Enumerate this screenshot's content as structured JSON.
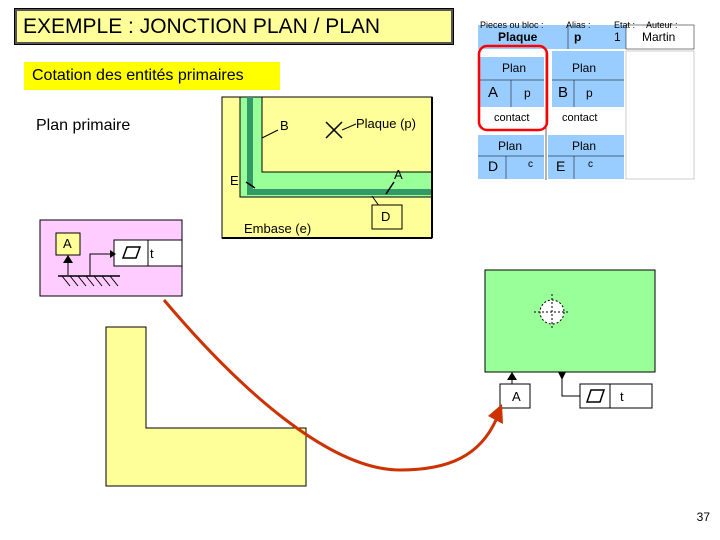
{
  "title": "EXEMPLE : JONCTION PLAN / PLAN",
  "subtitle": "Cotation des entités primaires",
  "plan_primaire": "Plan primaire",
  "table": {
    "headers": [
      "Pieces ou bloc :",
      "Alias :",
      "Etat :",
      "Auteur :"
    ],
    "values": [
      "Plaque",
      "p",
      "1",
      "Martin"
    ],
    "plan_label": "Plan",
    "contact_label": "contact",
    "letters": [
      "A",
      "p",
      "B",
      "p",
      "D",
      "c",
      "E",
      "c"
    ]
  },
  "assembly": {
    "plaque_label": "Plaque (p)",
    "embase_label": "Embase (e)",
    "B": "B",
    "A": "A",
    "E": "E",
    "D": "D"
  },
  "left_frame": {
    "ref": "A",
    "tol_value": "t"
  },
  "right_frame": {
    "ref": "A",
    "tol_value": "t"
  },
  "page_number": "37",
  "colors": {
    "yellow_part": "#ffff99",
    "green_part": "#99ff99",
    "pink_box": "#ffccff",
    "table_blue": "#99ccff",
    "green_edge": "#339966",
    "red_highlight": "#ff0000",
    "arrow": "#cc3300"
  }
}
